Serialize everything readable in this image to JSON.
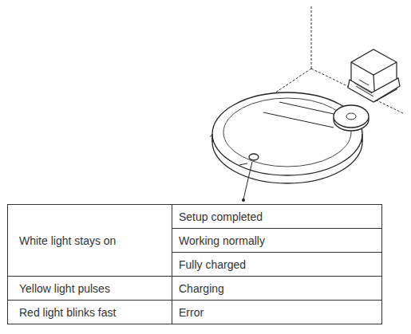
{
  "diagram": {
    "labels": [
      "White light stays on",
      "Setup completed",
      "Working normally",
      "Fully charged",
      "Yellow light pulses",
      "Charging",
      "Red light blinks fast",
      "Error"
    ]
  }
}
